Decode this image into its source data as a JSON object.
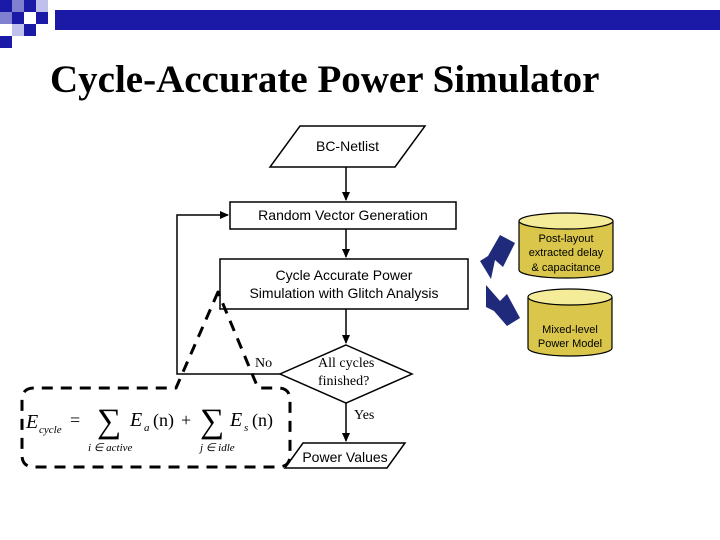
{
  "slide": {
    "title": "Cycle-Accurate Power Simulator"
  },
  "flow": {
    "netlist": "BC-Netlist",
    "random_vector": "Random Vector Generation",
    "simulation_line1": "Cycle Accurate Power",
    "simulation_line2": "Simulation with Glitch Analysis",
    "decision_line1": "All cycles",
    "decision_line2": "finished?",
    "no_label": "No",
    "yes_label": "Yes",
    "output": "Power Values"
  },
  "sources": {
    "postlayout_line1": "Post-layout",
    "postlayout_line2": "extracted delay",
    "postlayout_line3": "& capacitance",
    "mixed_line1": "Mixed-level",
    "mixed_line2": "Power Model"
  },
  "equation": {
    "lhs_symbol": "E",
    "lhs_subscript": "cycle",
    "equals": "=",
    "sum": "∑",
    "term1_symbol": "E",
    "term1_subscript": "a",
    "term1_arg": "(n)",
    "plus": "+",
    "term2_symbol": "E",
    "term2_subscript": "s",
    "term2_arg": "(n)",
    "index1": "i ∈ active",
    "index2": "j ∈ idle"
  },
  "colors": {
    "corner_blue": "#1a1aa6",
    "cylinder_fill": "#d9c64a",
    "cylinder_top": "#f5ec9a",
    "arrow_blue": "#1f2b7a"
  }
}
